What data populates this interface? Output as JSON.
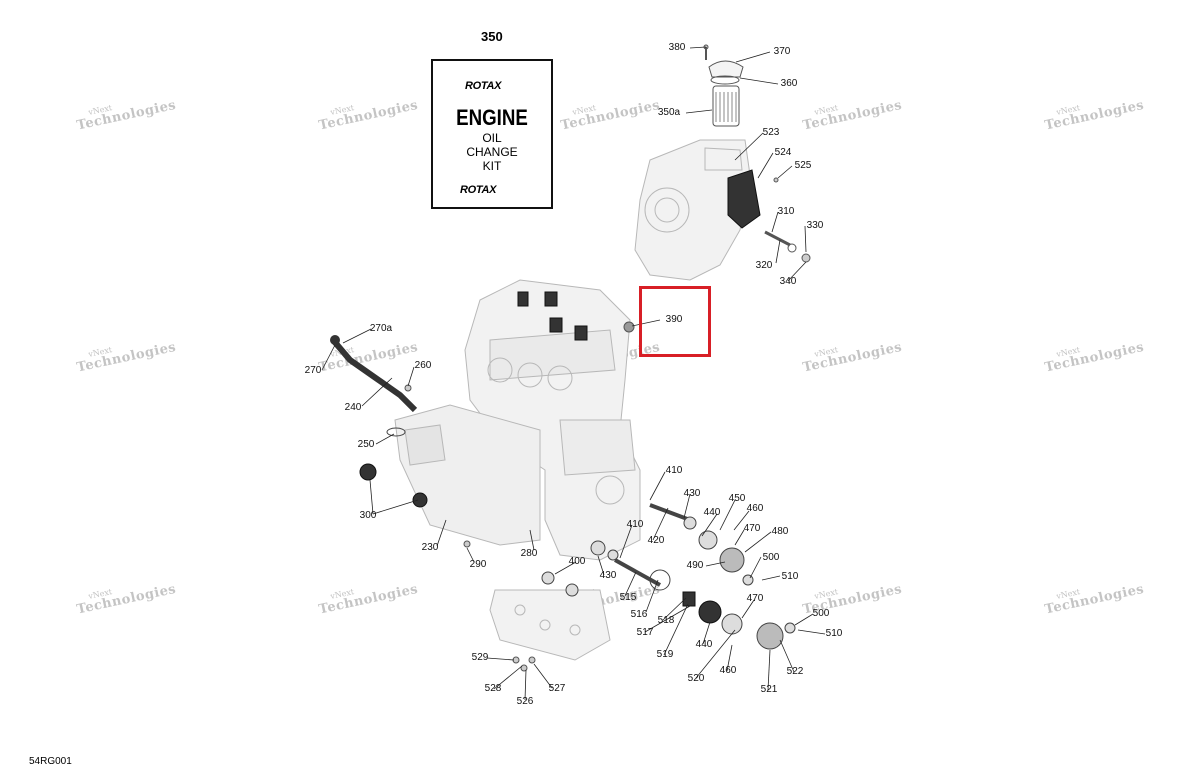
{
  "kit": {
    "number": "350",
    "brand_top": "ROTAX",
    "brand_bottom": "ROTAX",
    "line1": "ENGINE",
    "line2": "OIL",
    "line3": "CHANGE",
    "line4": "KIT"
  },
  "diagram_code": "54RG001",
  "watermark": {
    "line1": "vNext",
    "line2": "Technologies"
  },
  "callouts": [
    "380",
    "370",
    "360",
    "350a",
    "523",
    "524",
    "525",
    "310",
    "330",
    "320",
    "340",
    "390",
    "270a",
    "270",
    "260",
    "240",
    "250",
    "300",
    "230",
    "290",
    "280",
    "410",
    "430",
    "450",
    "460",
    "440",
    "470",
    "480",
    "420",
    "410",
    "490",
    "500",
    "510",
    "400",
    "430",
    "515",
    "516",
    "518",
    "517",
    "519",
    "440",
    "470",
    "500",
    "510",
    "460",
    "520",
    "521",
    "522",
    "529",
    "528",
    "526",
    "527"
  ],
  "highlight": {
    "target": "390",
    "color": "#d81f26"
  }
}
